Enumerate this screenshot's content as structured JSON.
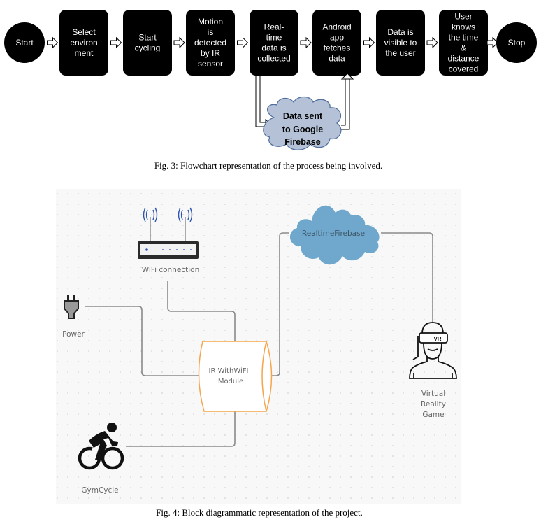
{
  "flowchart": {
    "caption": "Fig. 3:  Flowchart representation of the process being involved.",
    "nodes": [
      {
        "shape": "circle",
        "lines": [
          "Start"
        ]
      },
      {
        "shape": "box",
        "lines": [
          "Select",
          "environ",
          "ment"
        ]
      },
      {
        "shape": "box",
        "lines": [
          "Start",
          "cycling"
        ]
      },
      {
        "shape": "box",
        "lines": [
          "Motion",
          "is",
          "detected",
          "by IR",
          "sensor"
        ]
      },
      {
        "shape": "box",
        "lines": [
          "Real-",
          "time",
          "data is",
          "collected"
        ]
      },
      {
        "shape": "box",
        "lines": [
          "Android",
          "app",
          "fetches",
          "data"
        ]
      },
      {
        "shape": "box",
        "lines": [
          "Data is",
          "visible to",
          "the user"
        ]
      },
      {
        "shape": "box",
        "lines": [
          "User",
          "knows",
          "the time",
          "&",
          "distance",
          "covered"
        ]
      },
      {
        "shape": "circle",
        "lines": [
          "Stop"
        ]
      }
    ],
    "cloud": {
      "lines": [
        "Data sent",
        "to Google",
        "Firebase"
      ],
      "color": "#b4c1d6"
    }
  },
  "block_diagram": {
    "caption": "Fig. 4: Block diagrammatic representation of the project.",
    "wifi_label": "WiFi connection",
    "power_label": "Power",
    "module_lines": [
      "IR WithWiFI",
      "Module"
    ],
    "firebase_label": "RealtimeFirebase",
    "vr_lines": [
      "Virtual",
      "Reality",
      "Game"
    ],
    "vr_badge": "VR",
    "cycle_label": "GymCycle",
    "colors": {
      "cloud": "#6fa8cc",
      "module_border": "#f5a54a",
      "wifi_signal": "#2c54b0"
    }
  }
}
